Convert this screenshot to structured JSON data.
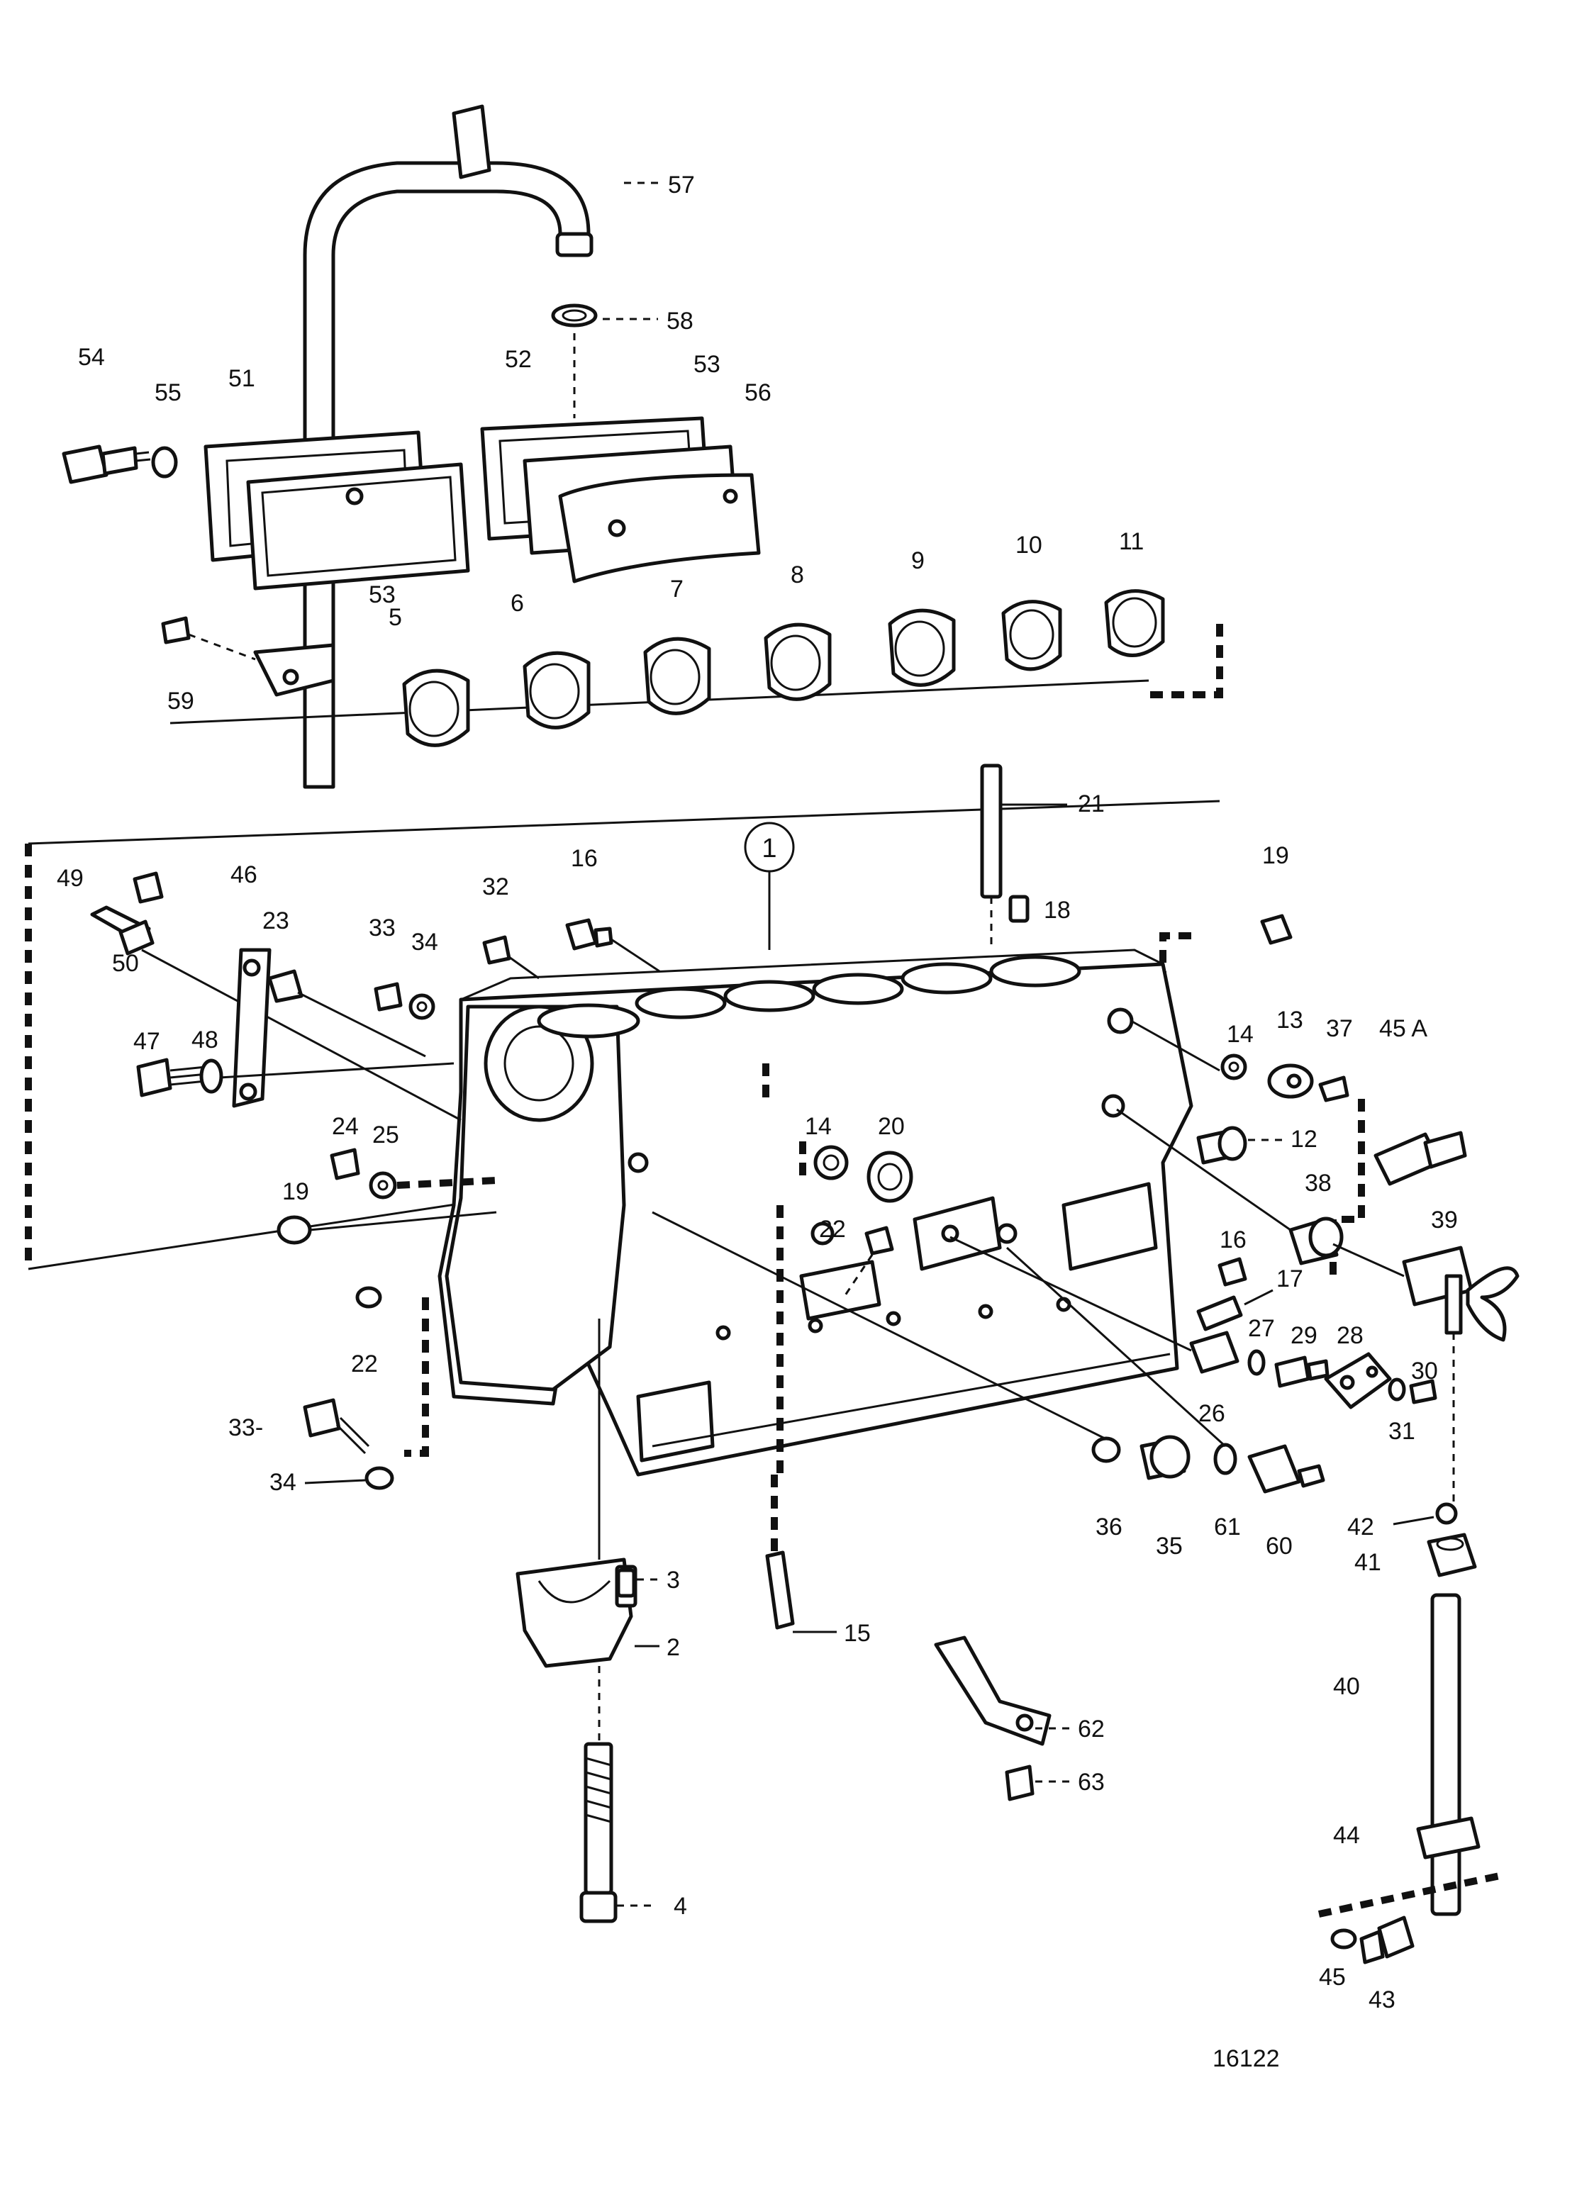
{
  "labels": {
    "l1": "1",
    "l2": "2",
    "l3": "3",
    "l4": "4",
    "l5": "5",
    "l6": "6",
    "l7": "7",
    "l8": "8",
    "l9": "9",
    "l10": "10",
    "l11": "11",
    "l12": "12",
    "l13": "13",
    "l14a": "14",
    "l14b": "14",
    "l15": "15",
    "l16a": "16",
    "l16b": "16",
    "l17": "17",
    "l18": "18",
    "l19a": "19",
    "l19b": "19",
    "l20": "20",
    "l21": "21",
    "l22a": "22",
    "l22b": "22",
    "l23": "23",
    "l24": "24",
    "l25": "25",
    "l26": "26",
    "l27": "27",
    "l28": "28",
    "l29": "29",
    "l30": "30",
    "l31": "31",
    "l32": "32",
    "l33a": "33",
    "l33b": "33-",
    "l34a": "34",
    "l34b": "34",
    "l35": "35",
    "l36": "36",
    "l37": "37",
    "l38": "38",
    "l39": "39",
    "l40": "40",
    "l41": "41",
    "l42": "42",
    "l43": "43",
    "l44": "44",
    "l45": "45",
    "l45a": "45 A",
    "l46": "46",
    "l47": "47",
    "l48": "48",
    "l49": "49",
    "l50": "50",
    "l51": "51",
    "l52": "52",
    "l53a": "53",
    "l53b": "53",
    "l54": "54",
    "l55": "55",
    "l56": "56",
    "l57": "57",
    "l58": "58",
    "l59": "59",
    "l60": "60",
    "l61": "61",
    "l62": "62",
    "l63": "63"
  },
  "figure_number": "16122"
}
